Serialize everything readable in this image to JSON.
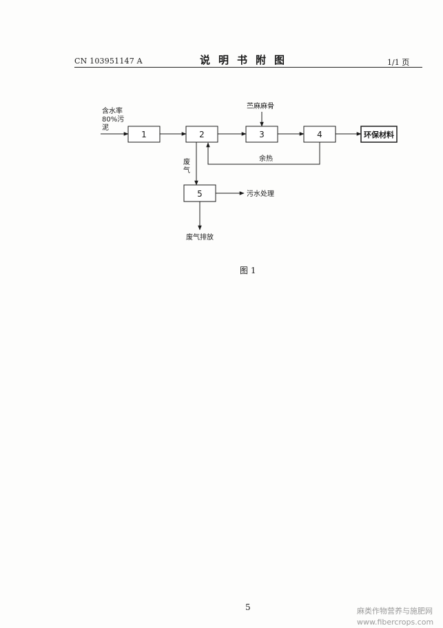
{
  "header": {
    "patent_number": "CN 103951147 A",
    "title": "说明书附图",
    "page_info": "1/1 页"
  },
  "diagram": {
    "inputs": {
      "sludge_line1": "含水率",
      "sludge_line2": "80%污",
      "sludge_line3": "泥",
      "ramie": "苎麻麻骨"
    },
    "boxes": [
      "1",
      "2",
      "3",
      "4",
      "5"
    ],
    "labels": {
      "product": "环保材料",
      "waste_heat": "余热",
      "waste_gas_line1": "废",
      "waste_gas_line2": "气",
      "wastewater": "污水处理",
      "gas_emission": "废气排放"
    }
  },
  "figure_caption": "图 1",
  "page_number": "5",
  "watermark": {
    "line1": "麻类作物营养与施肥网",
    "line2": "www.fibercrops.com"
  }
}
